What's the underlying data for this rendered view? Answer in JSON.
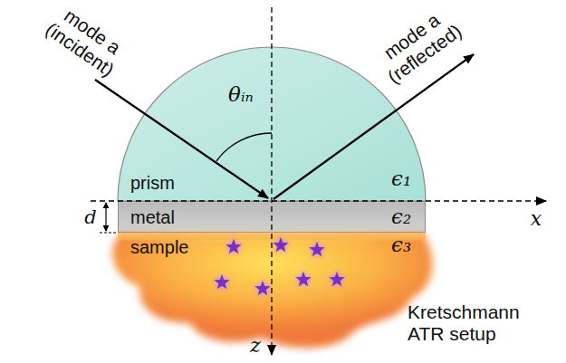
{
  "diagram": {
    "nodes": [
      {
        "text": [
          "prism",
          "ϵ₁"
        ]
      },
      {
        "text": [
          "metal",
          "ϵ₂"
        ]
      },
      {
        "text": [
          "sample",
          "ϵ₃"
        ]
      }
    ],
    "labels": [
      "mode a (incident)",
      "mode a (reflected)",
      "θᵢₙ",
      "d",
      "x",
      "z",
      "Kretschmann ATR setup"
    ]
  }
}
